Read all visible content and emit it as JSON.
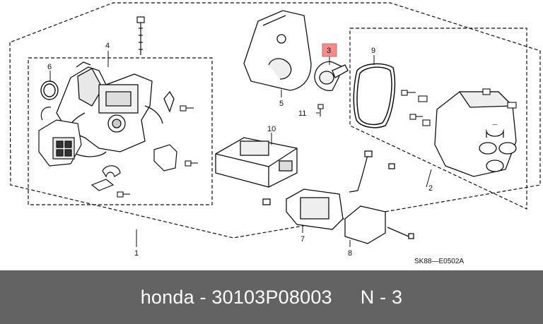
{
  "diagram": {
    "callouts": {
      "c1": "1",
      "c2": "2",
      "c3": "3",
      "c4": "4",
      "c5": "5",
      "c6": "6",
      "c7": "7",
      "c8": "8",
      "c9": "9",
      "c10": "10",
      "c11": "11"
    },
    "highlighted_callout": "3",
    "highlight_color": "#f08c8c",
    "diagram_code": "SK88—E0502A"
  },
  "footer": {
    "part_info": "honda - 30103P08003",
    "position": "N - 3",
    "background": "#636363"
  }
}
